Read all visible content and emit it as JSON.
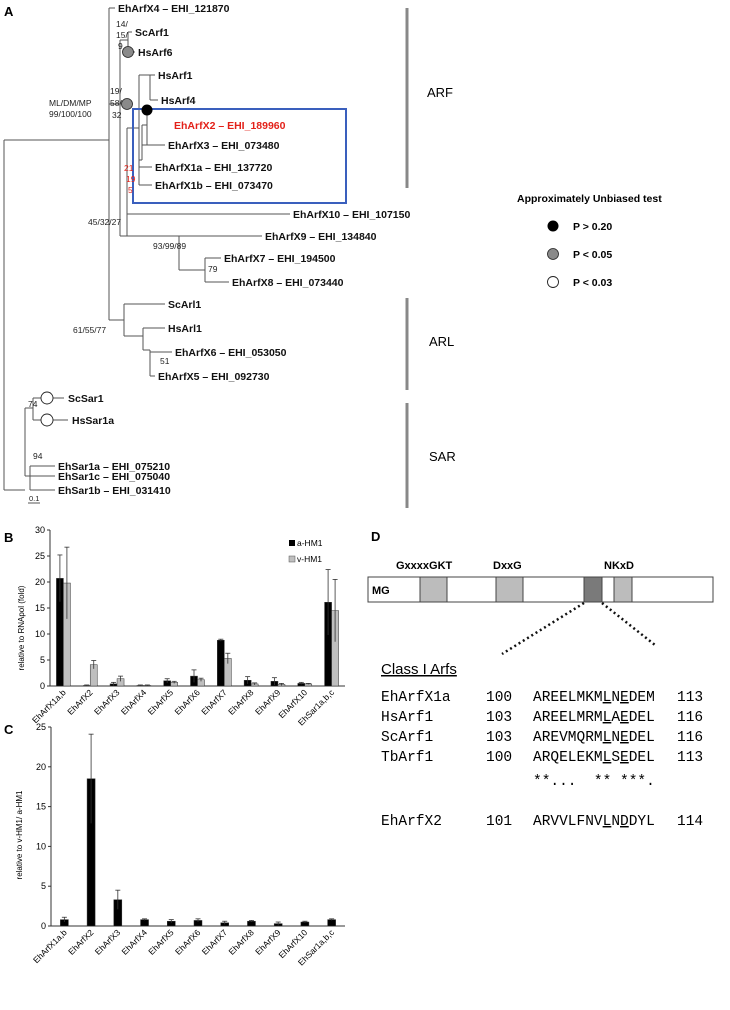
{
  "panels": {
    "a": "A",
    "b": "B",
    "c": "C",
    "d": "D"
  },
  "tree": {
    "leaves": [
      {
        "id": "arfx4",
        "label": "EhArfX4 – EHI_121870"
      },
      {
        "id": "scarf1",
        "label": "ScArf1"
      },
      {
        "id": "hsarf6",
        "label": "HsArf6"
      },
      {
        "id": "hsarf1",
        "label": "HsArf1"
      },
      {
        "id": "hsarf4",
        "label": "HsArf4"
      },
      {
        "id": "arfx2",
        "label": "EhArfX2 – EHI_189960",
        "highlight": "#e32119"
      },
      {
        "id": "arfx3",
        "label": "EhArfX3 – EHI_073480"
      },
      {
        "id": "arfx1a",
        "label": "EhArfX1a – EHI_137720"
      },
      {
        "id": "arfx1b",
        "label": "EhArfX1b – EHI_073470"
      },
      {
        "id": "arfx10",
        "label": "EhArfX10 – EHI_107150"
      },
      {
        "id": "arfx9",
        "label": "EhArfX9 – EHI_134840"
      },
      {
        "id": "arfx7",
        "label": "EhArfX7 – EHI_194500"
      },
      {
        "id": "arfx8",
        "label": "EhArfX8 – EHI_073440"
      },
      {
        "id": "scarl1",
        "label": "ScArl1"
      },
      {
        "id": "hsarl1",
        "label": "HsArl1"
      },
      {
        "id": "arfx6",
        "label": "EhArfX6 – EHI_053050"
      },
      {
        "id": "arfx5",
        "label": "EhArfX5 – EHI_092730"
      },
      {
        "id": "scsar1",
        "label": "ScSar1"
      },
      {
        "id": "hssar1a",
        "label": "HsSar1a"
      },
      {
        "id": "ehsar1a",
        "label": "EhSar1a – EHI_075210"
      },
      {
        "id": "ehsar1c",
        "label": "EhSar1c – EHI_075040"
      },
      {
        "id": "ehsar1b",
        "label": "EhSar1b – EHI_031410"
      }
    ],
    "support": {
      "root_header": "ML/DM/MP",
      "root_values": "99/100/100",
      "n14": "14/",
      "n15": "15/",
      "n9": "9",
      "n19": "19/",
      "n58": "58/",
      "n32": "32",
      "r21": "21",
      "r19": "19",
      "r5": "5",
      "n45": "45/32/27",
      "n93": "93/99/89",
      "n79": "79",
      "n61": "61/55/77",
      "n51": "51",
      "n74": "74",
      "n94": "94"
    },
    "scale": "0.1",
    "clades": [
      "ARF",
      "ARL",
      "SAR"
    ],
    "legend": {
      "title": "Approximately Unbiased test",
      "items": [
        {
          "label": "P > 0.20",
          "color": "#000000"
        },
        {
          "label": "P < 0.05",
          "color": "#8a8a8a"
        },
        {
          "label": "P < 0.03",
          "color": "#ffffff"
        }
      ]
    }
  },
  "chart_data": [
    {
      "type": "bar",
      "panel": "B",
      "categories": [
        "EhArfX1a,b",
        "EhArfX2",
        "EhArfX3",
        "EhArfX4",
        "EhArfX5",
        "EhArfX6",
        "EhArfX7",
        "EhArfX8",
        "EhArfX9",
        "EhArfX10",
        "EhSar1a,b,c"
      ],
      "series": [
        {
          "name": "a-HM1",
          "color": "#000000",
          "values": [
            20.7,
            0.1,
            0.4,
            0.1,
            1.0,
            1.9,
            8.8,
            1.1,
            0.9,
            0.5,
            16.1
          ],
          "err": [
            4.5,
            0.1,
            0.3,
            0.1,
            0.4,
            1.2,
            0.2,
            0.7,
            0.7,
            0.2,
            6.3
          ]
        },
        {
          "name": "v-HM1",
          "color": "#bfbfbf",
          "values": [
            19.8,
            4.1,
            1.4,
            0.1,
            0.7,
            1.2,
            5.3,
            0.4,
            0.3,
            0.4,
            14.5
          ],
          "err": [
            6.9,
            0.8,
            0.5,
            0.1,
            0.2,
            0.3,
            1.0,
            0.2,
            0.2,
            0.1,
            6.0
          ]
        }
      ],
      "ylabel": "relative to RNApol (fold)",
      "ylim": [
        0,
        30
      ],
      "yticks": [
        0,
        5,
        10,
        15,
        20,
        25,
        30
      ],
      "legend": "top-right"
    },
    {
      "type": "bar",
      "panel": "C",
      "categories": [
        "EhArfX1a,b",
        "EhArfX2",
        "EhArfX3",
        "EhArfX4",
        "EhArfX5",
        "EhArfX6",
        "EhArfX7",
        "EhArfX8",
        "EhArfX9",
        "EhArfX10",
        "EhSar1a,b,c"
      ],
      "series": [
        {
          "name": "",
          "color": "#000000",
          "values": [
            0.8,
            18.5,
            3.3,
            0.8,
            0.6,
            0.7,
            0.4,
            0.6,
            0.3,
            0.5,
            0.8
          ],
          "err": [
            0.3,
            5.6,
            1.2,
            0.1,
            0.2,
            0.2,
            0.2,
            0.1,
            0.2,
            0.1,
            0.1
          ]
        }
      ],
      "ylabel": "relative to v-HM1/ a-HM1",
      "ylim": [
        0,
        25
      ],
      "yticks": [
        0,
        5,
        10,
        15,
        20,
        25
      ]
    }
  ],
  "domains": {
    "motifs": [
      "GxxxxGKT",
      "DxxG",
      "NKxD"
    ],
    "mg": "MG"
  },
  "alignment": {
    "title": "Class I Arfs",
    "rows": [
      {
        "name": "EhArfX1a",
        "start": "100",
        "seq": [
          "AREELMK",
          "M",
          "L",
          "N",
          "E",
          "DEM"
        ],
        "end": "113"
      },
      {
        "name": "HsArf1",
        "start": "103",
        "seq": [
          "AREELMR",
          "M",
          "L",
          "A",
          "E",
          "DEL"
        ],
        "end": "116"
      },
      {
        "name": "ScArf1",
        "start": "103",
        "seq": [
          "AREVMQR",
          "M",
          "L",
          "N",
          "E",
          "DEL"
        ],
        "end": "116"
      },
      {
        "name": "TbArf1",
        "start": "100",
        "seq": [
          "ARQELEK",
          "M",
          "L",
          "S",
          "E",
          "DEL"
        ],
        "end": "113"
      }
    ],
    "conservation": "**...  ** ***.",
    "extra": {
      "name": "EhArfX2",
      "start": "101",
      "seq": [
        "ARVVLFN",
        "V",
        "L",
        "N",
        "D",
        "DYL"
      ],
      "end": "114"
    }
  }
}
